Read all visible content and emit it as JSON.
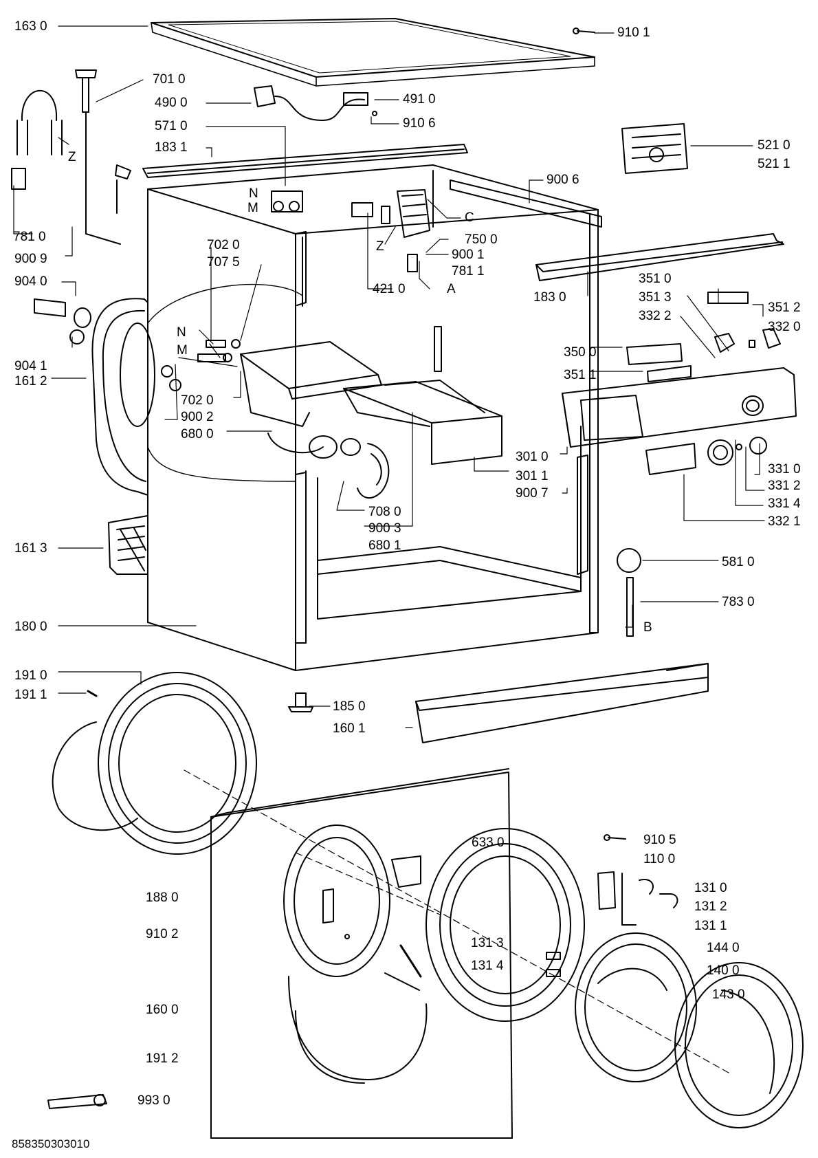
{
  "labels": {
    "p1630": "163 0",
    "p9101": "910 1",
    "p7010": "701 0",
    "p4900": "490 0",
    "p4910": "491 0",
    "p5710": "571 0",
    "p9106": "910 6",
    "p1831": "183 1",
    "p5210": "521 0",
    "p5211": "521 1",
    "pZ1": "Z",
    "p9006": "900 6",
    "pN1": "N",
    "pM1": "M",
    "pC": "C",
    "p7810": "781 0",
    "pZ2": "Z",
    "p7500": "750 0",
    "p9009": "900 9",
    "p9001": "900 1",
    "p7020a": "702 0",
    "p7811": "781 1",
    "p7075": "707 5",
    "p4210": "421 0",
    "pA": "A",
    "p9040": "904 0",
    "p1830": "183 0",
    "p3510": "351 0",
    "p3513": "351 3",
    "p3322": "332 2",
    "p3512": "351 2",
    "p3320": "332 0",
    "pN2": "N",
    "pM2": "M",
    "p9041": "904 1",
    "p3500": "350 0",
    "p1612": "161 2",
    "p3511": "351 1",
    "p7020b": "702 0",
    "p9002": "900 2",
    "p6800": "680 0",
    "p3010": "301 0",
    "p3011": "301 1",
    "p3310": "331 0",
    "p9007": "900 7",
    "p3312": "331 2",
    "p7080": "708 0",
    "p3314": "331 4",
    "p9003": "900 3",
    "p3321": "332 1",
    "p6801": "680 1",
    "p1613": "161 3",
    "p5810": "581 0",
    "p7830": "783 0",
    "p1800": "180 0",
    "pB": "B",
    "p1910": "191 0",
    "p1911": "191 1",
    "p1850": "185 0",
    "p1601": "160 1",
    "p6330": "633 0",
    "p9105": "910 5",
    "p1100": "110 0",
    "p1880": "188 0",
    "p1310": "131 0",
    "p1312": "131 2",
    "p1311": "131 1",
    "p9102": "910 2",
    "p1313": "131 3",
    "p1440": "144 0",
    "p1314": "131 4",
    "p1400": "140 0",
    "p1600": "160 0",
    "p1430": "143 0",
    "p1912": "191 2",
    "p9930": "993 0"
  },
  "document_code": "858350303010"
}
